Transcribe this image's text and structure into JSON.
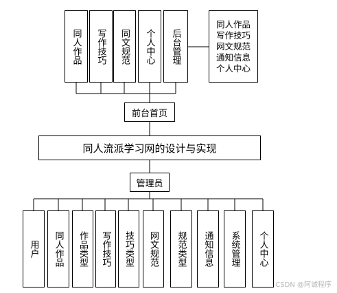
{
  "front_modules": [
    "同人作品",
    "写作技巧",
    "同文规范",
    "个人中心",
    "后台管理"
  ],
  "front_note_lines": [
    "同人作品",
    "写作技巧",
    "网文规范",
    "通知信息",
    "个人中心"
  ],
  "front_home": "前台首页",
  "system_title": "同人流派学习网的设计与实现",
  "admin": "管理员",
  "admin_modules": [
    "用户",
    "同人作品",
    "作品类型",
    "写作技巧",
    "技巧类型",
    "网文规范",
    "规范类型",
    "通知信息",
    "系统管理",
    "个人中心"
  ],
  "watermark": "CSDN @阿诚程序"
}
